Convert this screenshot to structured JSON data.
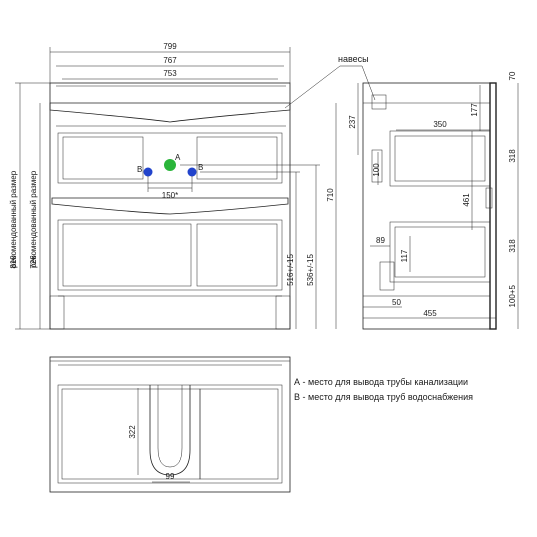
{
  "front_view": {
    "width_outer": "799",
    "width_mid": "767",
    "width_inner": "753",
    "height_total": "810",
    "height_rec": "726",
    "rec_label_1": "рекомендованный размер",
    "rec_label_2": "рекомендованный размер",
    "pipe_a_height": "516+/-15",
    "pipe_b_height": "536+/-15",
    "drawer_height": "710",
    "pipe_spacing": "150*",
    "label_a": "A",
    "label_b_left": "B",
    "label_b_right": "B",
    "hinge_label": "навесы"
  },
  "side_view": {
    "top_gap": "70",
    "hinge_offset": "237",
    "depth_upper": "350",
    "upper_shelf": "177",
    "upper_height": "318",
    "shelf_100": "100",
    "mid_height": "461",
    "lower_height": "318",
    "leg_width": "89",
    "leg_117": "117",
    "foot_height": "100+5",
    "foot_50": "50",
    "depth_total": "455"
  },
  "top_view": {
    "dim_322": "322",
    "dim_99": "99"
  },
  "legend": {
    "line_a": "А - место для вывода трубы канализации",
    "line_b": "В - место для вывода труб водоснабжения"
  },
  "colors": {
    "pipe_sewer": "#2ab53a",
    "pipe_water": "#2244cc",
    "line": "#222222"
  }
}
